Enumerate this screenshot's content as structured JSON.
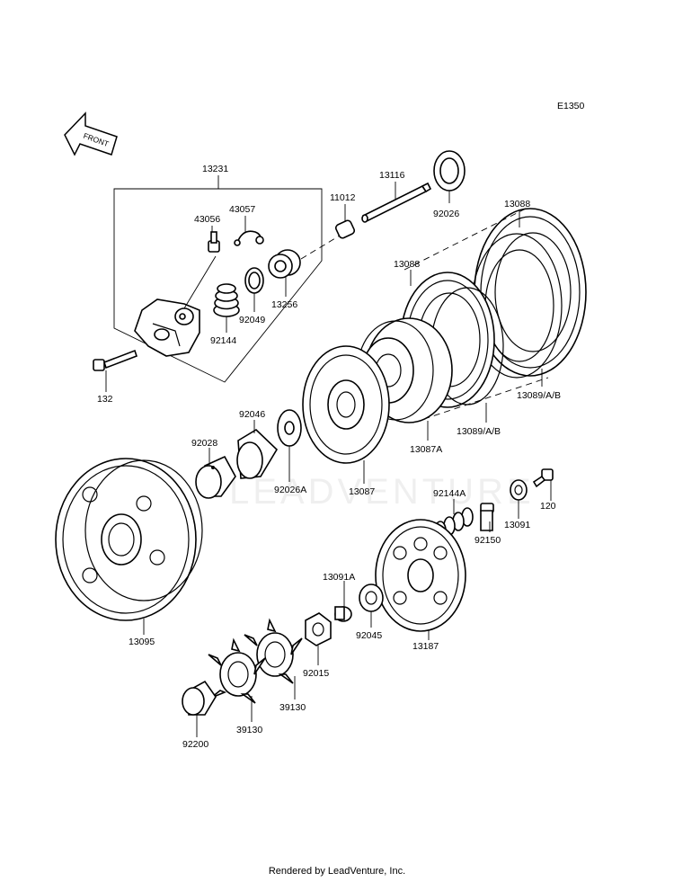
{
  "diagram": {
    "code": "E1350",
    "front_label": "FRONT",
    "watermark": "LEADVENTURE",
    "footer": "Rendered by LeadVenture, Inc.",
    "labels": {
      "p13231": "13231",
      "p43057": "43057",
      "p43056": "43056",
      "p11012": "11012",
      "p13116": "13116",
      "p92026": "92026",
      "p13088_top": "13088",
      "p13088_mid": "13088",
      "p92049": "92049",
      "p13256": "13256",
      "p92144": "92144",
      "p132": "132",
      "p13089_right": "13089/A/B",
      "p13089_mid": "13089/A/B",
      "p13087A": "13087A",
      "p92046": "92046",
      "p92028": "92028",
      "p92026A": "92026A",
      "p13087": "13087",
      "p92144A": "92144A",
      "p120": "120",
      "p13091": "13091",
      "p92150": "92150",
      "p13091A": "13091A",
      "p92045": "92045",
      "p13187": "13187",
      "p13095": "13095",
      "p92015": "92015",
      "p39130_right": "39130",
      "p39130_left": "39130",
      "p92200": "92200"
    }
  }
}
